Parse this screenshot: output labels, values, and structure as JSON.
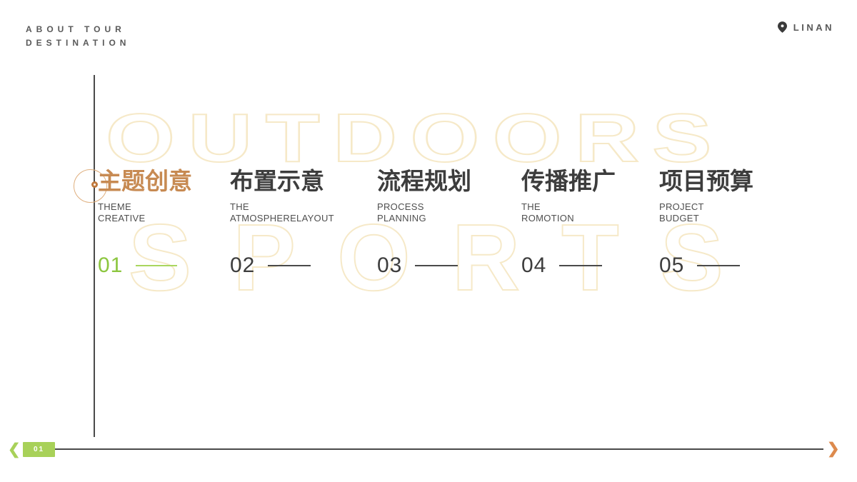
{
  "header": {
    "eyebrow_line1": "ABOUT TOUR",
    "eyebrow_line2": "DESTINATION",
    "location": "LINAN",
    "location_icon": "map-pin"
  },
  "background": {
    "word_top": "OUTDOORS",
    "word_bottom": "SPORTS",
    "outline_color": "#f6e9c8"
  },
  "columns": [
    {
      "title": "主题创意",
      "subtitle_line1": "THEME",
      "subtitle_line2": "CREATIVE",
      "number": "01",
      "highlighted": true
    },
    {
      "title": "布置示意",
      "subtitle_line1": "THE",
      "subtitle_line2": "ATMOSPHERELAYOUT",
      "number": "02",
      "highlighted": false
    },
    {
      "title": "流程规划",
      "subtitle_line1": "PROCESS",
      "subtitle_line2": "PLANNING",
      "number": "03",
      "highlighted": false
    },
    {
      "title": "传播推广",
      "subtitle_line1": "THE",
      "subtitle_line2": "ROMOTION",
      "number": "04",
      "highlighted": false
    },
    {
      "title": "项目预算",
      "subtitle_line1": "PROJECT",
      "subtitle_line2": "BUDGET",
      "number": "05",
      "highlighted": false
    }
  ],
  "footer": {
    "page_badge": "01",
    "prev_icon": "❮",
    "next_icon": "❯"
  },
  "colors": {
    "accent_orange": "#c78a52",
    "accent_green": "#8cc63f",
    "badge_green": "#a8d159",
    "arrow_orange": "#dd8a4d",
    "heading_dark": "#3d3d3d",
    "text_gray": "#595959",
    "line_gray": "#4a4a4a",
    "circle_orange": "#dfaf7e"
  }
}
